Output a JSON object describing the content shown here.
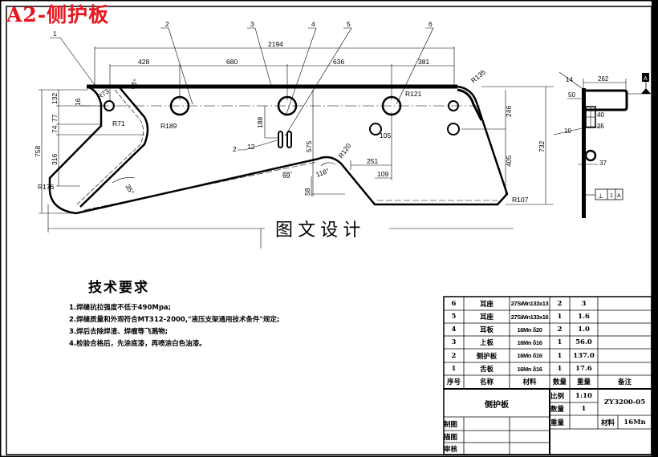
{
  "title": "A2-侧护板",
  "watermark": "图 文 设 计",
  "leaders": [
    "1",
    "2",
    "3",
    "4",
    "5",
    "6"
  ],
  "dimensions": {
    "overall_length": "2194",
    "spacing": [
      "428",
      "680",
      "636",
      "381"
    ],
    "left_vertical": [
      "758",
      "132",
      "77",
      "74",
      "316",
      "16"
    ],
    "radii": [
      "R73",
      "R71",
      "R189",
      "R176",
      "R135",
      "R121",
      "R120",
      "R107"
    ],
    "angles": [
      "35°",
      "35°",
      "118°"
    ],
    "middle": [
      "188",
      "575",
      "105",
      "251",
      "109",
      "69",
      "58"
    ],
    "right_vertical": [
      "246",
      "405",
      "732"
    ],
    "weld": "12",
    "weld_label": "2"
  },
  "side_view": {
    "dims": [
      "262",
      "14",
      "50",
      "40",
      "10",
      "25",
      "37"
    ],
    "datum": "A",
    "tolerance": [
      "⊥",
      "1",
      "A"
    ]
  },
  "tech_requirements": {
    "heading": "技术要求",
    "items": [
      "1.焊缝抗拉强度不低于490Mpa;",
      "2.焊缝质量和外观符合MT312-2000,\"液压支架通用技术条件\"规定;",
      "3.焊后去除焊渣、焊瘤等飞溅物;",
      "4.检验合格后，先涂底漆，再喷涂白色油漆。"
    ]
  },
  "parts_table": {
    "headers": [
      "序号",
      "名称",
      "材料",
      "数量",
      "重量",
      "备注"
    ],
    "rows": [
      [
        "6",
        "耳座",
        "27SiMn133x13",
        "2",
        "3",
        ""
      ],
      [
        "5",
        "耳座",
        "27SiMn133x16",
        "1",
        "1.6",
        ""
      ],
      [
        "4",
        "耳板",
        "16Mn δ20",
        "2",
        "1.0",
        ""
      ],
      [
        "3",
        "上板",
        "16Mn δ16",
        "1",
        "56.0",
        ""
      ],
      [
        "2",
        "侧护板",
        "16Mn δ16",
        "1",
        "137.0",
        ""
      ],
      [
        "1",
        "舌板",
        "16Mn δ16",
        "1",
        "17.6",
        ""
      ]
    ]
  },
  "title_block": {
    "part_name": "侧护板",
    "scale_label": "比例",
    "scale": "1:10",
    "qty_label": "数量",
    "qty": "1",
    "weight_label": "重量",
    "weight": "",
    "drawing_no": "ZY3200-05",
    "material_label": "材料",
    "material": "16Mn",
    "roles": [
      "制图",
      "描图",
      "审核"
    ]
  },
  "colors": {
    "title": "#e8141c",
    "lines": "#000000",
    "background": "#ffffff"
  }
}
